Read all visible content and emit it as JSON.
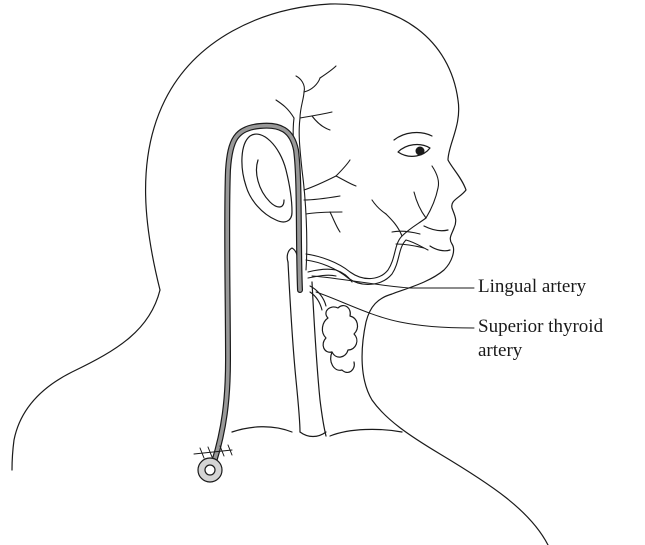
{
  "labels": {
    "lingual_artery": "Lingual artery",
    "superior_thyroid_line1": "Superior thyroid",
    "superior_thyroid_line2": "artery"
  },
  "colors": {
    "outline": "#1a1a1a",
    "catheter_fill": "#999999",
    "port_fill": "#d4d4d4",
    "background": "#ffffff"
  }
}
